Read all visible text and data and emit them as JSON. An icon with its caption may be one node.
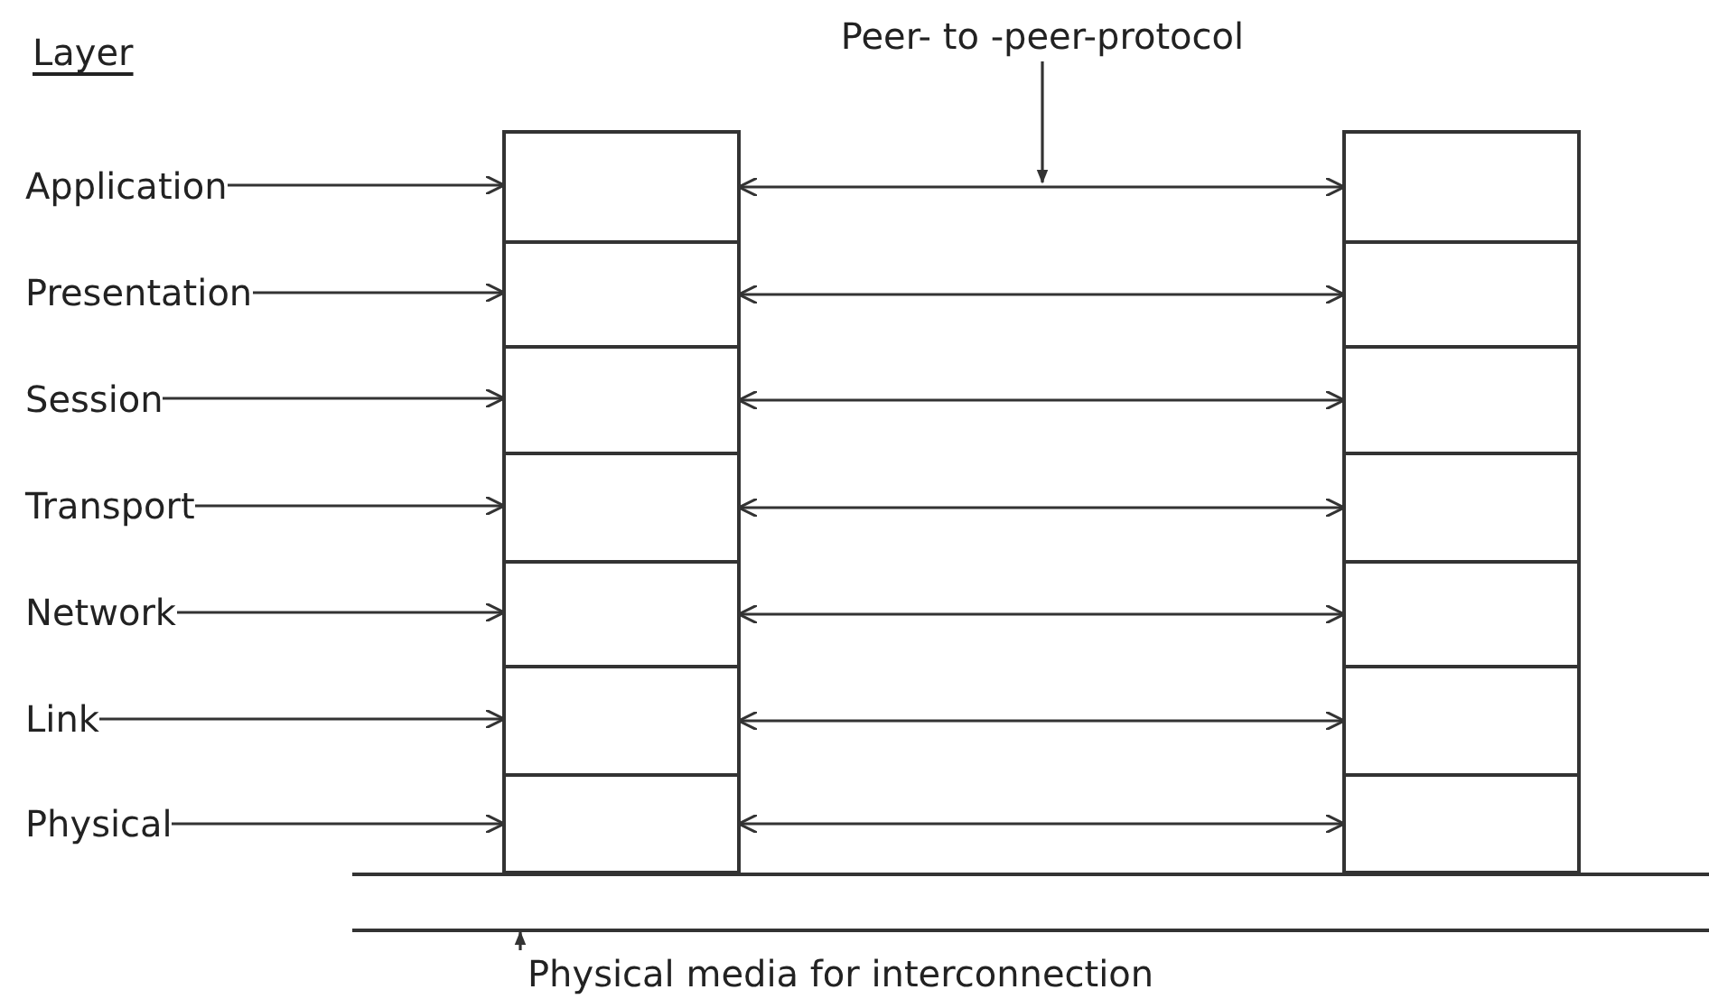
{
  "diagram": {
    "nodes": [
      {
        "text": [
          "Peer- to -peer-protocol"
        ]
      },
      {
        "text": [
          "Application"
        ]
      },
      {
        "text": [
          "Presentation"
        ]
      },
      {
        "text": [
          "Session"
        ]
      },
      {
        "text": [
          "Transport"
        ]
      },
      {
        "text": [
          "Network"
        ]
      },
      {
        "text": [
          "Link"
        ]
      },
      {
        "text": [
          "Physical"
        ]
      },
      {
        "text": [],
        "shape": "box"
      },
      {
        "text": [],
        "shape": "box"
      },
      {
        "text": [],
        "shape": "box"
      },
      {
        "text": [],
        "shape": "box"
      },
      {
        "text": [],
        "shape": "box"
      },
      {
        "text": [],
        "shape": "box"
      },
      {
        "text": [],
        "shape": "box"
      },
      {
        "text": [],
        "shape": "box"
      },
      {
        "text": [],
        "shape": "box"
      },
      {
        "text": [],
        "shape": "box"
      },
      {
        "text": [],
        "shape": "box"
      },
      {
        "text": [],
        "shape": "box"
      },
      {
        "text": [],
        "shape": "box"
      },
      {
        "text": [],
        "shape": "box"
      },
      {
        "text": [],
        "shape": "bar"
      },
      {
        "text": [
          "Physical media for interconnection"
        ]
      }
    ],
    "edges": [
      {
        "from": 0,
        "to": null,
        "arrow": "to"
      },
      {
        "from": 1,
        "to": 8,
        "arrow": "to"
      },
      {
        "from": 2,
        "to": 9,
        "arrow": "to"
      },
      {
        "from": 3,
        "to": 10,
        "arrow": "to"
      },
      {
        "from": 4,
        "to": 11,
        "arrow": "to"
      },
      {
        "from": 5,
        "to": 12,
        "arrow": "to"
      },
      {
        "from": 6,
        "to": 13,
        "arrow": "to"
      },
      {
        "from": 7,
        "to": 14,
        "arrow": "to"
      },
      {
        "from": 8,
        "to": 15,
        "arrow": "both"
      },
      {
        "from": 9,
        "to": 16,
        "arrow": "both"
      },
      {
        "from": 10,
        "to": 17,
        "arrow": "both"
      },
      {
        "from": 11,
        "to": 18,
        "arrow": "both"
      },
      {
        "from": 12,
        "to": 19,
        "arrow": "both"
      },
      {
        "from": 13,
        "to": 20,
        "arrow": "both"
      },
      {
        "from": 14,
        "to": 21,
        "arrow": "both"
      },
      {
        "from": 23,
        "to": 22,
        "arrow": "to"
      }
    ],
    "labels": [
      "Layer"
    ]
  }
}
